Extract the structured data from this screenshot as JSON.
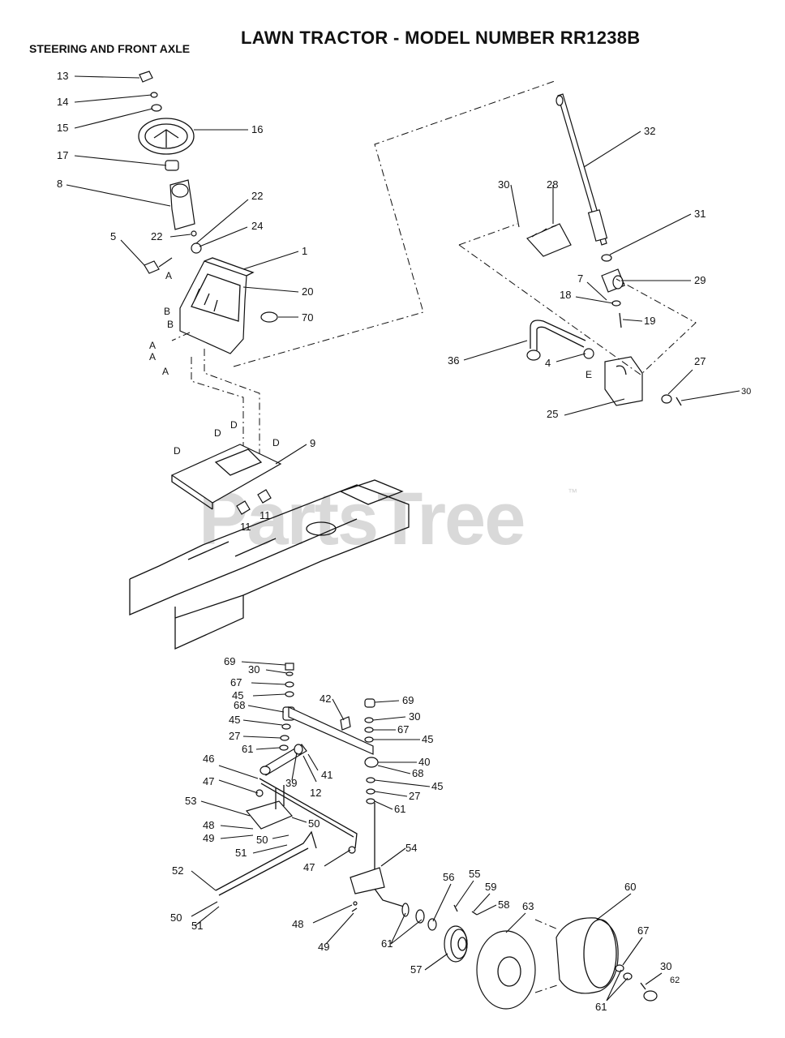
{
  "title": "LAWN TRACTOR - MODEL NUMBER RR1238B",
  "subtitle": "STEERING AND FRONT AXLE",
  "watermark": "PartsTree",
  "watermark_tm": "™",
  "callouts": [
    "13",
    "14",
    "15",
    "16",
    "17",
    "8",
    "22",
    "22",
    "24",
    "5",
    "1",
    "20",
    "70",
    "32",
    "30",
    "28",
    "31",
    "29",
    "7",
    "18",
    "19",
    "36",
    "4",
    "27",
    "30",
    "25",
    "9",
    "11",
    "11",
    "69",
    "30",
    "67",
    "45",
    "68",
    "45",
    "27",
    "61",
    "42",
    "69",
    "30",
    "67",
    "45",
    "40",
    "68",
    "45",
    "27",
    "61",
    "46",
    "47",
    "39",
    "12",
    "41",
    "53",
    "48",
    "49",
    "50",
    "50",
    "51",
    "52",
    "47",
    "54",
    "56",
    "55",
    "59",
    "58",
    "60",
    "63",
    "50",
    "51",
    "48",
    "49",
    "61",
    "57",
    "67",
    "30",
    "62",
    "61"
  ],
  "ref_letters": [
    "A",
    "A",
    "B",
    "B",
    "A",
    "A",
    "D",
    "D",
    "D",
    "D",
    "E"
  ]
}
